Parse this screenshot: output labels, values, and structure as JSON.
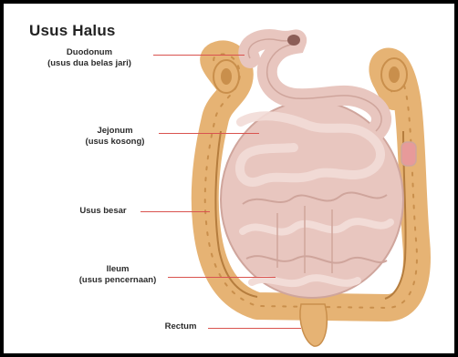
{
  "title": "Usus Halus",
  "labels": {
    "duodenum": {
      "name": "Duodonum",
      "sub": "(usus dua belas jari)"
    },
    "jejunum": {
      "name": "Jejonum",
      "sub": "(usus kosong)"
    },
    "large_intestine": {
      "name": "Usus besar"
    },
    "ileum": {
      "name": "Ileum",
      "sub": "(usus pencernaan)"
    },
    "rectum": {
      "name": "Rectum"
    }
  },
  "colors": {
    "small_intestine": "#e8c6bf",
    "small_intestine_shade": "#cfa59c",
    "large_intestine": "#e6b374",
    "large_intestine_shade": "#c98f4c",
    "leader_line": "#d9534f",
    "border": "#000000"
  }
}
